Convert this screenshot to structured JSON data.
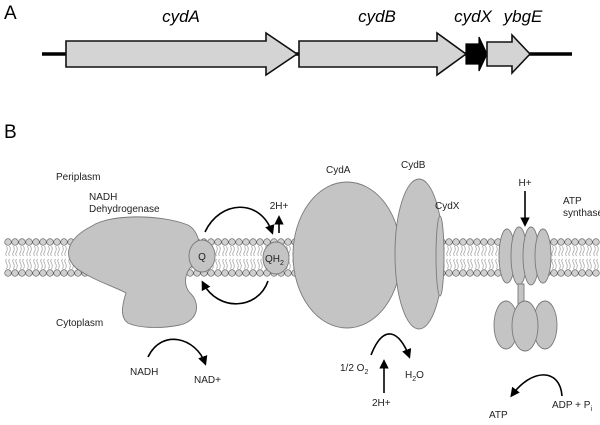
{
  "panel_a": {
    "letter": "A",
    "genes": [
      {
        "name": "cydA"
      },
      {
        "name": "cydB"
      },
      {
        "name": "cydX"
      },
      {
        "name": "ybgE"
      }
    ]
  },
  "panel_b": {
    "letter": "B",
    "periplasm": "Periplasm",
    "cytoplasm": "Cytoplasm",
    "nadh_dh_line1": "NADH",
    "nadh_dh_line2": "Dehydrogenase",
    "q": "Q",
    "qh2": "QH",
    "qh2_sub": "2",
    "two_h_top": "2H+",
    "cyda": "CydA",
    "cydb": "CydB",
    "cydx": "CydX",
    "h_plus": "H+",
    "atp_line1": "ATP",
    "atp_line2": "synthase",
    "nadh": "NADH",
    "nad_plus": "NAD+",
    "o2_main": "1/2 O",
    "o2_sub": "2",
    "h2o_main": "H",
    "h2o_sub": "2",
    "h2o_end": "O",
    "two_h_bottom": "2H+",
    "atp": "ATP",
    "adp_main": "ADP + P",
    "adp_sub": "i"
  },
  "colors": {
    "protein_fill": "#c4c4c4",
    "gene_fill": "#d4d4d4",
    "cydx_gene": "#000000"
  }
}
